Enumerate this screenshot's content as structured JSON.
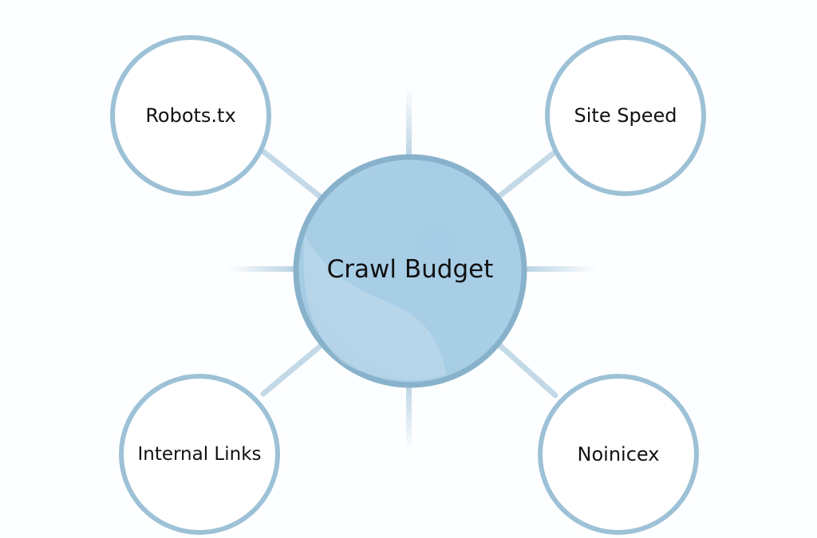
{
  "diagram": {
    "center": {
      "label": "Crawl Budget"
    },
    "nodes": [
      {
        "id": "robots",
        "label": "Robots.tx"
      },
      {
        "id": "speed",
        "label": "Site Speed"
      },
      {
        "id": "links",
        "label": "Internal Links"
      },
      {
        "id": "noindex",
        "label": "Noinicex"
      }
    ],
    "colors": {
      "ring": "#9dc1d6",
      "center_fill": "#a9cfe7",
      "center_ring": "#88b2cc",
      "connector": "#b9d3e3",
      "text": "#111111"
    }
  }
}
